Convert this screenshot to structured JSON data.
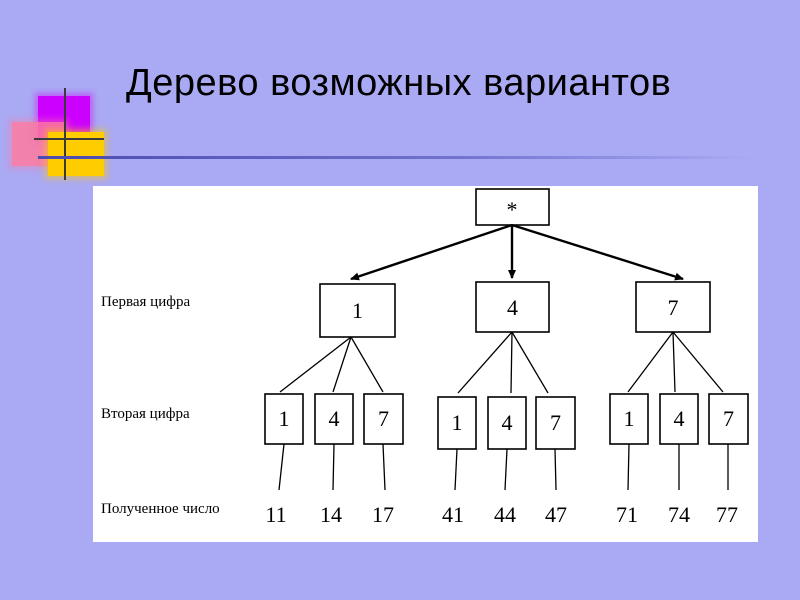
{
  "slide": {
    "title": "Дерево возможных вариантов",
    "background_color": "#aaaaf4"
  },
  "decoration": {
    "squares": [
      "magenta",
      "pink",
      "yellow"
    ],
    "colors": {
      "magenta": "#cc00ff",
      "pink": "#ff7aa0",
      "yellow": "#ffcc00",
      "rule": "#4b4bb0"
    }
  },
  "tree": {
    "root": "*",
    "level_labels": [
      "Первая цифра",
      "Вторая цифра",
      "Полученное число"
    ],
    "first_digits": [
      "1",
      "4",
      "7"
    ],
    "second_digits": [
      [
        "1",
        "4",
        "7"
      ],
      [
        "1",
        "4",
        "7"
      ],
      [
        "1",
        "4",
        "7"
      ]
    ],
    "results": [
      [
        "11",
        "14",
        "17"
      ],
      [
        "41",
        "44",
        "47"
      ],
      [
        "71",
        "74",
        "77"
      ]
    ]
  }
}
